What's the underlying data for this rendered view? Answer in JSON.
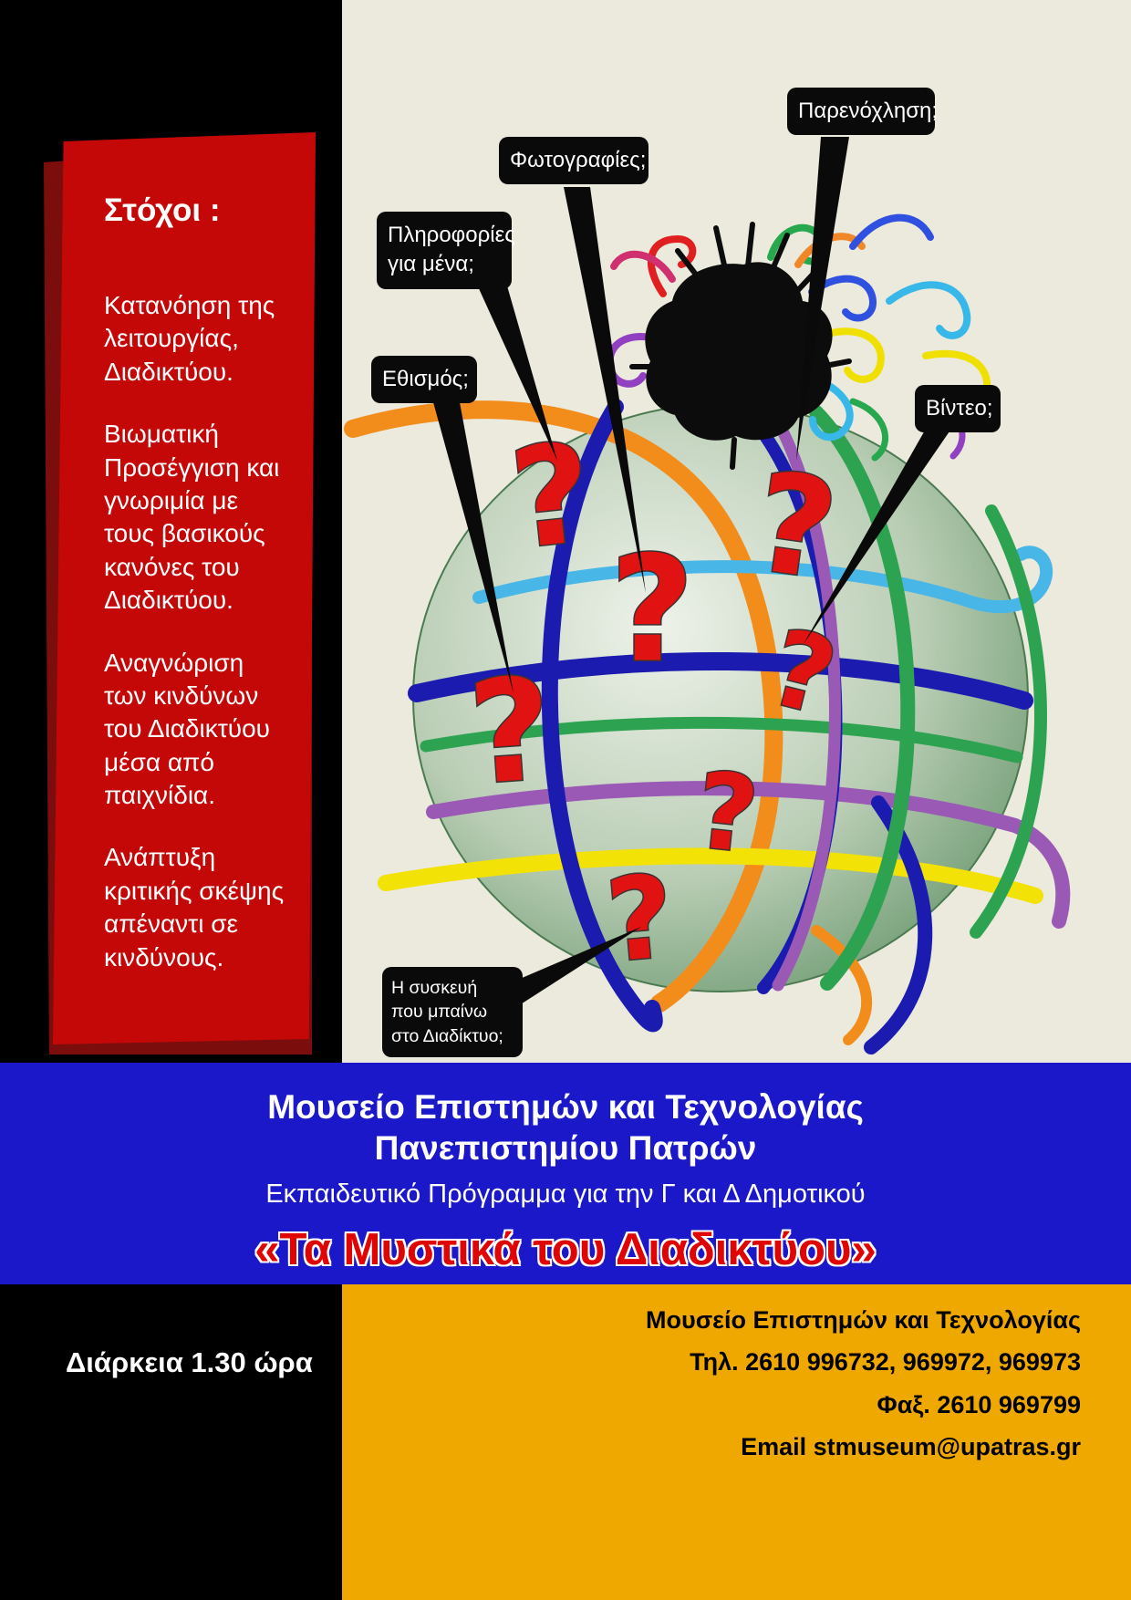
{
  "page": {
    "question_mark": "?"
  },
  "goals": {
    "title": "Στόχοι :",
    "items": [
      "Κατανόηση της λειτουργίας, Διαδικτύου.",
      "Βιωματική Προσέγγιση και γνωριμία με τους βασικούς κανόνες του Διαδικτύου.",
      "Αναγνώριση των  κινδύνων του Διαδικτύου μέσα από παιχνίδια.",
      "Ανάπτυξη κριτικής σκέψης απέναντι σε κινδύνους."
    ]
  },
  "callouts": {
    "harassment": "Παρενόχληση;",
    "photos": "Φωτογραφίες;",
    "personal_info": "Πληροφορίες για μένα;",
    "addiction": "Εθισμός;",
    "video": "Βίντεο;",
    "device": "Η συσκευή που μπαίνω  στο Διαδίκτυο;"
  },
  "banner": {
    "museum_line1": "Μουσείο  Επιστημών και Τεχνολογίας",
    "museum_line2": "Πανεπιστημίου Πατρών",
    "program_line": "Εκπαιδευτικό Πρόγραμμα για την Γ και Δ Δημοτικού",
    "main_title": "«Τα Μυστικά του Διαδικτύου»"
  },
  "footer": {
    "duration": "Διάρκεια  1.30 ώρα",
    "contact_lines": [
      "Μουσείο Επιστημών και Τεχνολογίας",
      "Τηλ. 2610 996732, 969972, 969973",
      "Φαξ. 2610 969799",
      "Email stmuseum@upatras.gr"
    ]
  },
  "colors": {
    "ribbon_red": "#c40808",
    "band_blue": "#1a18c8",
    "footer_gold": "#efa800",
    "question_red": "#e01212",
    "title_red": "#e00505"
  }
}
